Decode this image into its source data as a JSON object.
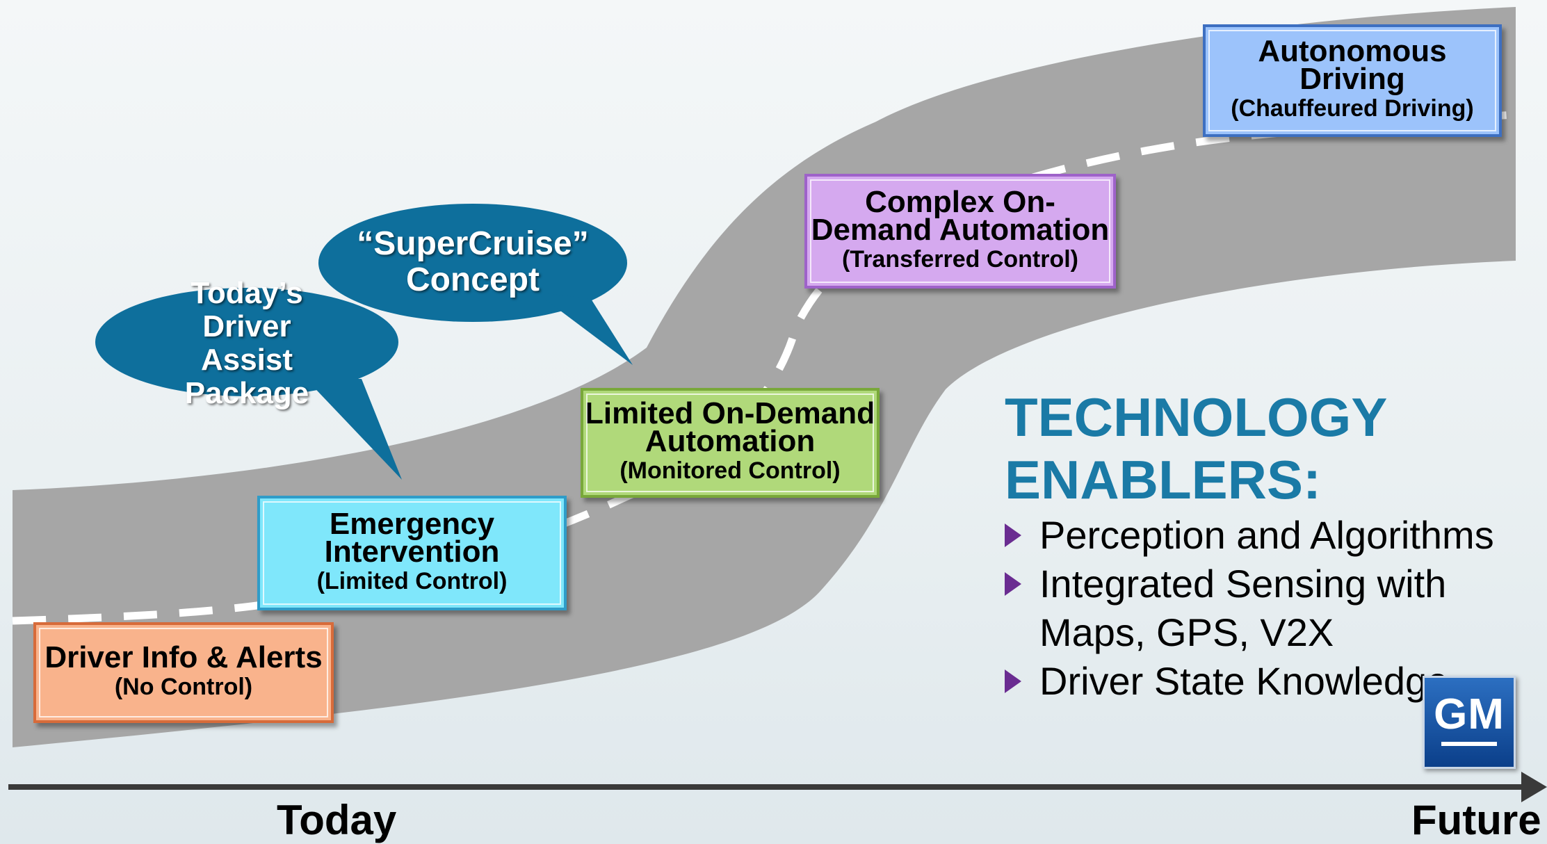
{
  "stages": [
    {
      "id": "driver-info",
      "title": "Driver Info & Alerts",
      "subtitle": "(No Control)",
      "fill": "#f9b38c",
      "border": "#d76b3a"
    },
    {
      "id": "emergency",
      "title": "Emergency Intervention",
      "subtitle": "(Limited Control)",
      "fill": "#7fe7fb",
      "border": "#2f9cc8"
    },
    {
      "id": "limited",
      "title": "Limited On-Demand Automation",
      "subtitle": "(Monitored Control)",
      "fill": "#b0d97a",
      "border": "#79a83a"
    },
    {
      "id": "complex",
      "title": "Complex On-Demand Automation",
      "subtitle": "(Transferred Control)",
      "fill": "#d5a9ef",
      "border": "#9e62c9"
    },
    {
      "id": "autonomous",
      "title": "Autonomous Driving",
      "subtitle": "(Chauffeured Driving)",
      "fill": "#9cc3fb",
      "border": "#3d6fc1"
    }
  ],
  "bubbles": {
    "today": "Today’s Driver Assist Package",
    "supercruise": "“SuperCruise” Concept",
    "fill": "#0e6f9c"
  },
  "enablers": {
    "title": "TECHNOLOGY ENABLERS:",
    "items": [
      "Perception and Algorithms",
      "Integrated Sensing with Maps, GPS, V2X",
      "Driver State Knowledge"
    ]
  },
  "logo": {
    "text": "GM"
  },
  "timeline": {
    "start": "Today",
    "end": "Future"
  },
  "colors": {
    "road": "#a6a6a6",
    "dash": "#ffffff",
    "axis": "#3a3a3a",
    "title": "#1a7aa6",
    "bullet": "#6a2c91"
  }
}
